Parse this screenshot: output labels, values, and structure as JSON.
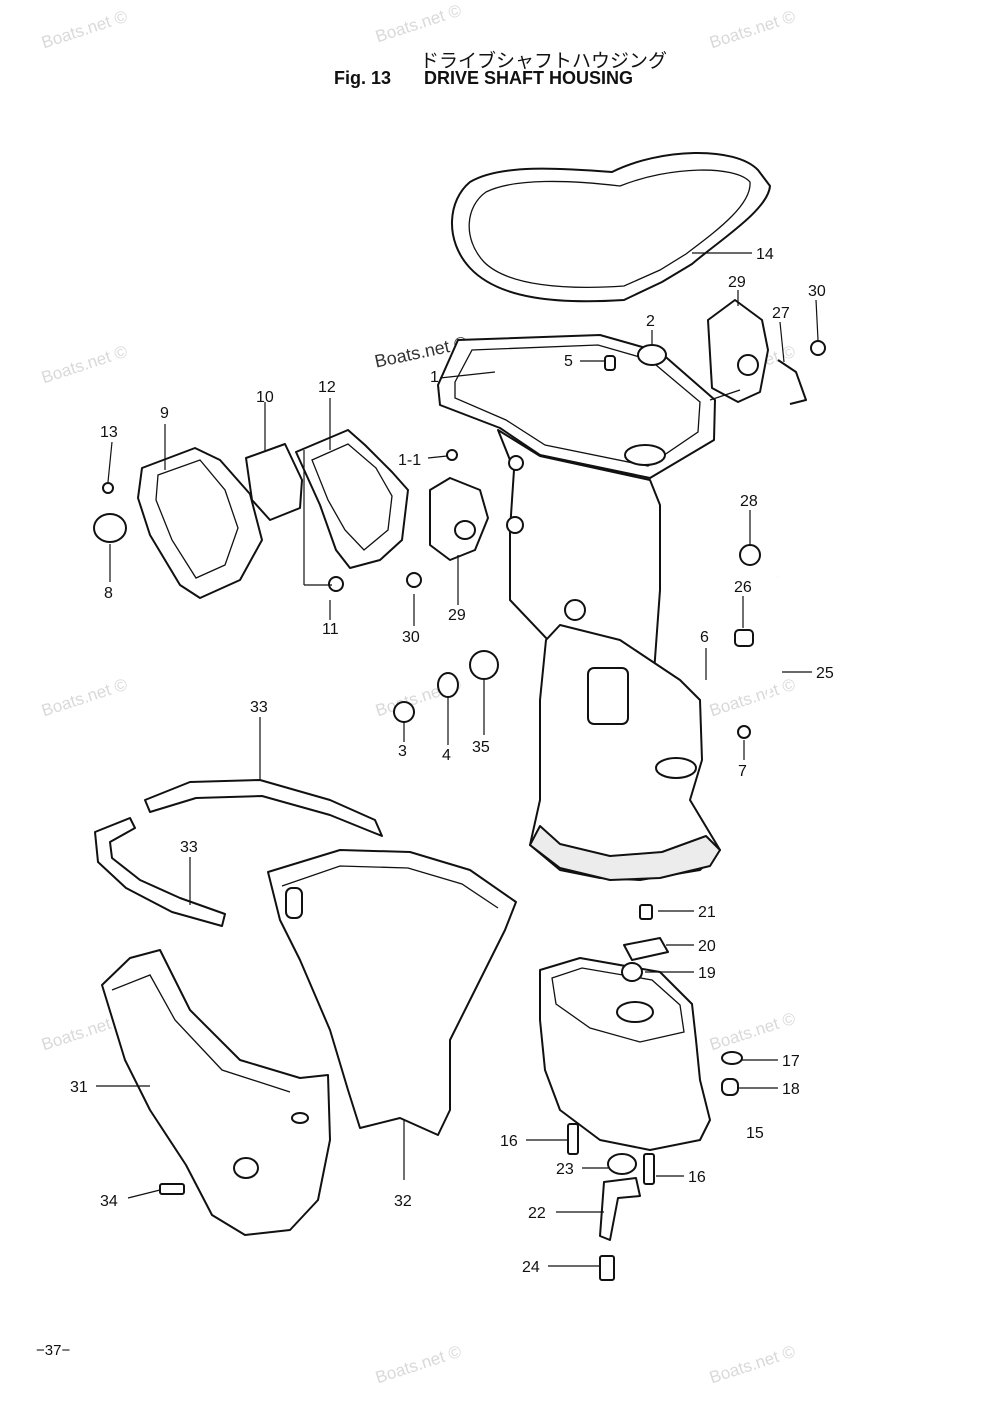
{
  "header": {
    "title_jp": "ドライブシャフトハウジング",
    "fig_label": "Fig. 13",
    "title_en": "DRIVE SHAFT HOUSING"
  },
  "page_number": "−37−",
  "watermark": "Boats.net ©",
  "callouts": [
    "1",
    "1-1",
    "2",
    "3",
    "4",
    "5",
    "6",
    "7",
    "8",
    "9",
    "10",
    "11",
    "12",
    "13",
    "14",
    "15",
    "16",
    "16",
    "17",
    "18",
    "19",
    "20",
    "21",
    "22",
    "23",
    "24",
    "25",
    "26",
    "27",
    "28",
    "29",
    "29",
    "30",
    "30",
    "31",
    "32",
    "33",
    "33",
    "34",
    "35"
  ]
}
